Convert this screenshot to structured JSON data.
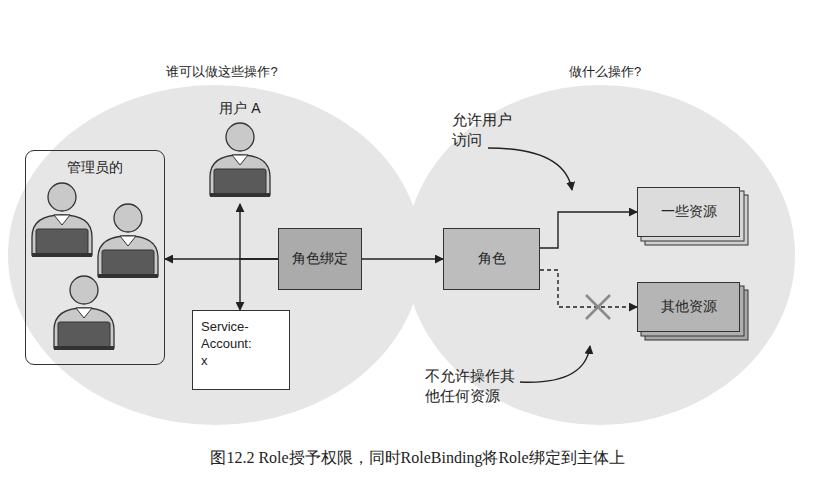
{
  "diagram": {
    "caption": "图12.2 Role授予权限，同时RoleBinding将Role绑定到主体上",
    "nodes": [
      {
        "text": [
          "管理员的"
        ]
      },
      {
        "text": [
          "用户 A"
        ]
      },
      {
        "text": [
          "Service- Account: x"
        ]
      },
      {
        "text": [
          "角色绑定"
        ]
      },
      {
        "text": [
          "角色"
        ]
      },
      {
        "text": [
          "一些资源"
        ]
      },
      {
        "text": [
          "其他资源"
        ]
      }
    ],
    "edges": [
      {
        "from": 3,
        "to": 0,
        "arrow": "to"
      },
      {
        "from": 3,
        "to": 1,
        "arrow": "to"
      },
      {
        "from": 3,
        "to": 2,
        "arrow": "to"
      },
      {
        "from": 3,
        "to": 4,
        "arrow": "to"
      },
      {
        "from": 4,
        "to": 5,
        "arrow": "to"
      },
      {
        "from": 4,
        "to": 6,
        "arrow": "to"
      }
    ],
    "labels": [
      "谁可以做这些操作?",
      "做什么操作?",
      "允许用户 访问",
      "不允许操作其 他任何资源"
    ]
  }
}
